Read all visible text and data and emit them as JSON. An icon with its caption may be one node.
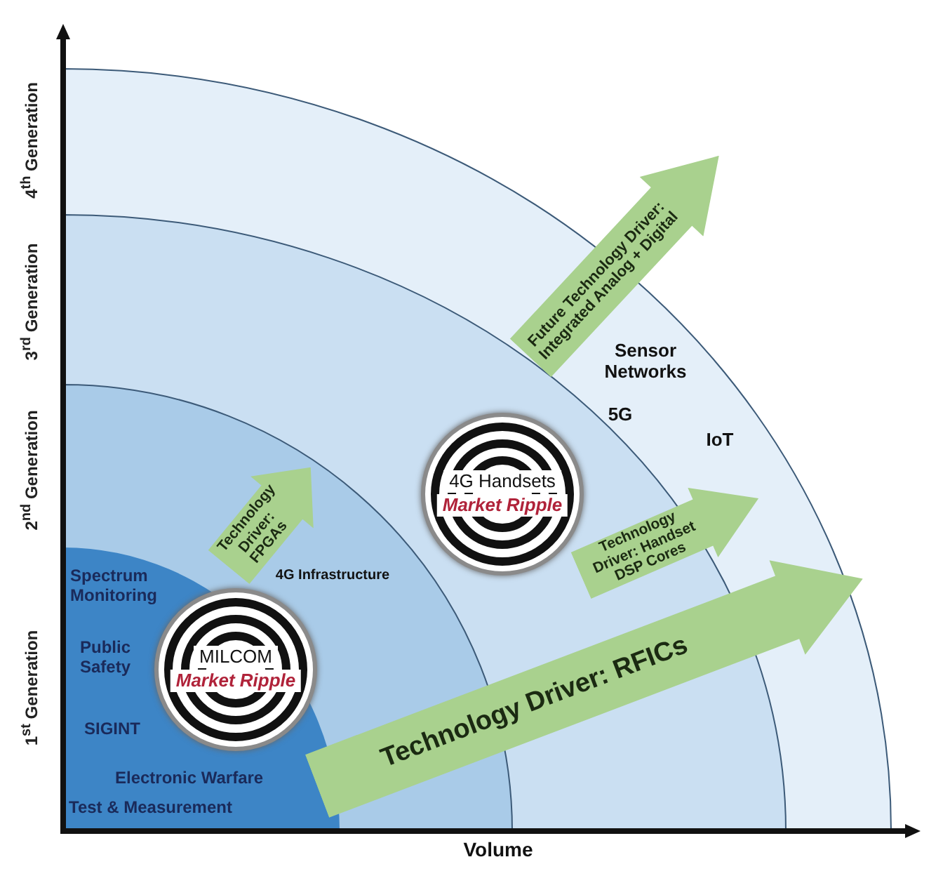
{
  "diagram": {
    "nodes": [
      {
        "text": [
          "Future Technology Driver: Integrated Analog + Digital"
        ]
      },
      {
        "text": [
          "4G Handsets",
          "Market Ripple"
        ]
      },
      {
        "text": [
          "Technology Driver: Handset DSP Cores"
        ]
      },
      {
        "text": [
          "Technology Driver: FPGAs"
        ]
      },
      {
        "text": [
          "MILCOM",
          "Market Ripple"
        ]
      },
      {
        "text": [
          "Technology Driver: RFICs"
        ]
      }
    ],
    "edges": [],
    "labels": [
      "4$^{th}$ Generation",
      "3$^{rd}$ Generation",
      "Sensor Networks",
      "5G",
      "IoT",
      "2$^{nd}$ Generation",
      "4G Infrastructure",
      "Spectrum Monitoring",
      "1$^{st}$ Generation",
      "Public Safety",
      "SIGINT",
      "Electronic Warfare",
      "Test & Measurement",
      "Volume"
    ]
  }
}
